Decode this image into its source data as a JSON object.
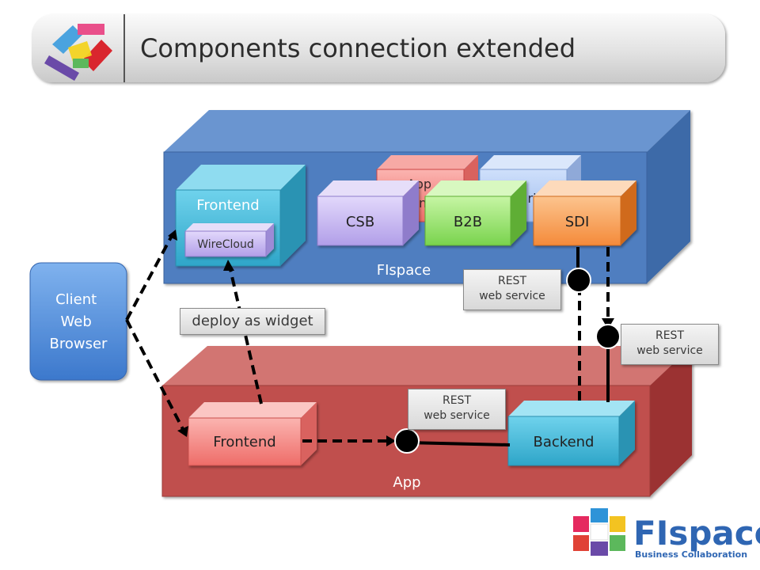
{
  "slide": {
    "title": "Components connection extended"
  },
  "containers": {
    "fispace_label": "FIspace",
    "app_label": "App"
  },
  "client": {
    "line1": "Client",
    "line2": "Web",
    "line3": "Browser"
  },
  "fispace_boxes": {
    "frontend": "Frontend",
    "wirecloud": "WireCloud",
    "csb": "CSB",
    "b2b": "B2B",
    "sdi": "SDI",
    "back_left_partial": "App\nom",
    "back_right_partial": "ri"
  },
  "app_boxes": {
    "frontend": "Frontend",
    "backend": "Backend"
  },
  "callouts": {
    "deploy": "deploy as widget",
    "rest_top": [
      "REST",
      "web service"
    ],
    "rest_right": [
      "REST",
      "web service"
    ],
    "rest_bottom": [
      "REST",
      "web service"
    ]
  },
  "logo": {
    "name": "FIspace",
    "tagline": "Business Collaboration"
  },
  "colors": {
    "fispace_front": "#4f7ec0",
    "app_front": "#c0504d",
    "client_blue": "#4a86d6",
    "frontend_cyan": "#40b8d8",
    "csb_lavender": "#b7a6e8",
    "b2b_green": "#7fd957",
    "sdi_orange": "#f79646",
    "pink_box": "#f08080",
    "wirecloud_lavender": "#c8b8f0"
  }
}
